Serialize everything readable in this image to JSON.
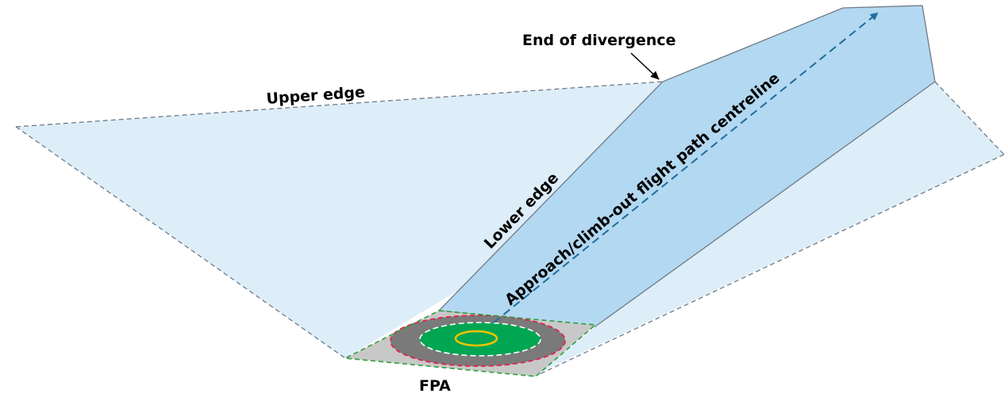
{
  "labels": {
    "end_of_divergence": "End of divergence",
    "upper_edge": "Upper edge",
    "lower_edge": "Lower edge",
    "centreline": "Approach/climb-out flight path centreline",
    "fpa": "FPA"
  },
  "colors": {
    "outer_surface": "#deeef9",
    "inner_surface": "#b3d8f1",
    "fpa_area": "#c8c8c8",
    "safety_ring": "#7a7a7a",
    "tlof": "#00a651",
    "touchdown_marking": "#f5c400",
    "centreline_arrow": "#1f6e9c",
    "fpa_boundary": "#2e9e3e",
    "safety_boundary": "#e0234a",
    "edge_lines": "#6f7a86"
  }
}
